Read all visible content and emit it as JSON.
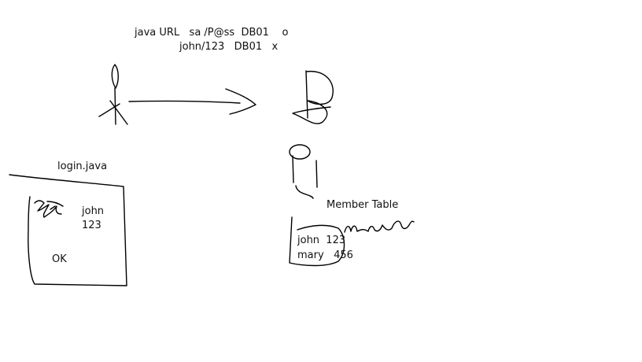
{
  "header": {
    "line1": "java URL   sa /P@ss  DB01    o",
    "line2": "john/123   DB01   x"
  },
  "login_box": {
    "title": "login.java",
    "username": "john",
    "password": "123",
    "ok": "OK"
  },
  "db": {
    "table_title": "Member Table",
    "rows": [
      "john  123",
      "mary   456"
    ]
  }
}
